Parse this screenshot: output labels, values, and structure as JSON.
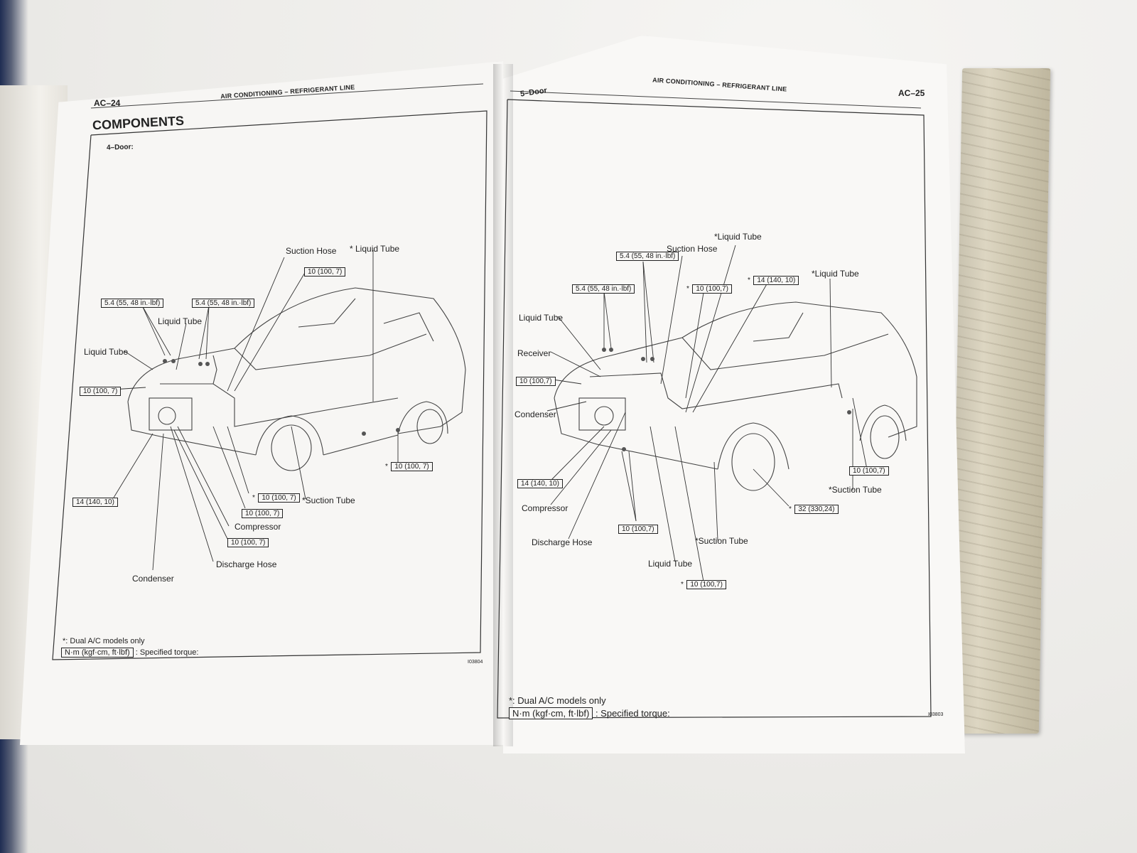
{
  "left_page": {
    "page_number": "AC–24",
    "header_section": "AIR CONDITIONING",
    "header_separator": "–",
    "header_topic": "REFRIGERANT LINE",
    "title": "COMPONENTS",
    "subtitle": "4–Door:",
    "figure_id": "I03804",
    "labels": {
      "suction_hose": "Suction Hose",
      "liquid_tube_top": "* Liquid Tube",
      "liquid_tube_mid": "Liquid Tube",
      "liquid_tube_left": "Liquid Tube",
      "suction_tube": "*Suction Tube",
      "compressor": "Compressor",
      "discharge_hose": "Discharge Hose",
      "condenser": "Condenser"
    },
    "torque": {
      "t_top": "10 (100, 7)",
      "t_54_a": "5.4 (55, 48 in.·lbf)",
      "t_54_b": "5.4 (55, 48 in.·lbf)",
      "t_left": "10 (100, 7)",
      "t_right": "10 (100, 7)",
      "t_14": "14 (140, 10)",
      "t_b1": "10 (100, 7)",
      "t_b2": "10 (100, 7)",
      "t_b3": "10 (100, 7)"
    },
    "asterisk": "*",
    "footnote": "*: Dual A/C models only",
    "spec_box": "N·m (kgf·cm, ft·lbf)",
    "spec_text": ": Specified torque:"
  },
  "right_page": {
    "page_number": "AC–25",
    "model": "5–Door",
    "header_section": "AIR CONDITIONING",
    "header_separator": "–",
    "header_topic": "REFRIGERANT LINE",
    "figure_id": "I03803",
    "labels": {
      "liquid_tube_top": "*Liquid Tube",
      "suction_hose": "Suction Hose",
      "liquid_tube_right": "*Liquid Tube",
      "liquid_tube_left": "Liquid Tube",
      "receiver": "Receiver",
      "condenser": "Condenser",
      "compressor": "Compressor",
      "discharge_hose": "Discharge Hose",
      "liquid_tube_bottom": "Liquid Tube",
      "suction_tube_bottom": "*Suction Tube",
      "suction_tube_right": "*Suction Tube"
    },
    "torque": {
      "t_54_a": "5.4 (55, 48 in.·lbf)",
      "t_54_b": "5.4 (55, 48 in.·lbf)",
      "t_10_top": "10 (100,7)",
      "t_14_top": "14 (140, 10)",
      "t_10_left": "10 (100,7)",
      "t_14_left": "14 (140, 10)",
      "t_10_right": "10 (100,7)",
      "t_32": "32 (330,24)",
      "t_10_bottom": "10 (100,7)",
      "t_10_last": "10 (100,7)"
    },
    "asterisk": "*",
    "footnote": "*: Dual A/C models only",
    "spec_box": "N·m (kgf·cm, ft·lbf)",
    "spec_text": ": Specified torque:"
  }
}
